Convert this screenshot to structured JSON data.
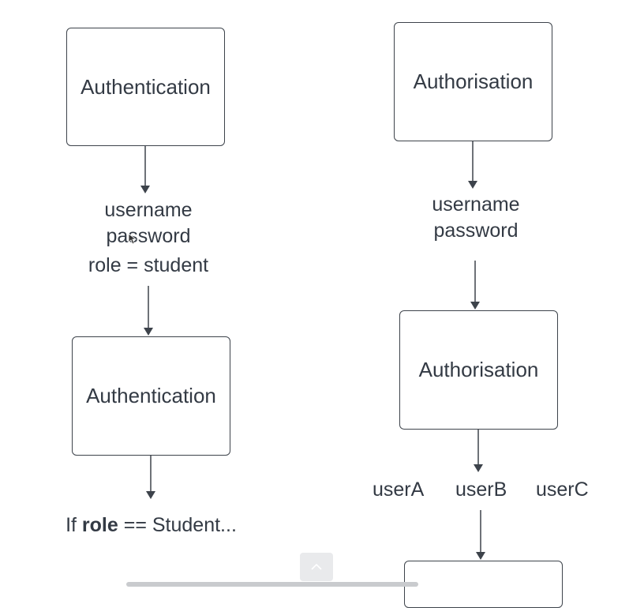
{
  "left_column": {
    "box1": "Authentication",
    "creds": [
      "username",
      "password",
      "role = student"
    ],
    "box2": "Authentication",
    "condition": {
      "prefix": "If ",
      "keyword": "role",
      "suffix": " == Student..."
    }
  },
  "right_column": {
    "box1": "Authorisation",
    "creds": [
      "username",
      "password"
    ],
    "box2": "Authorisation",
    "users": [
      "userA",
      "userB",
      "userC"
    ]
  }
}
